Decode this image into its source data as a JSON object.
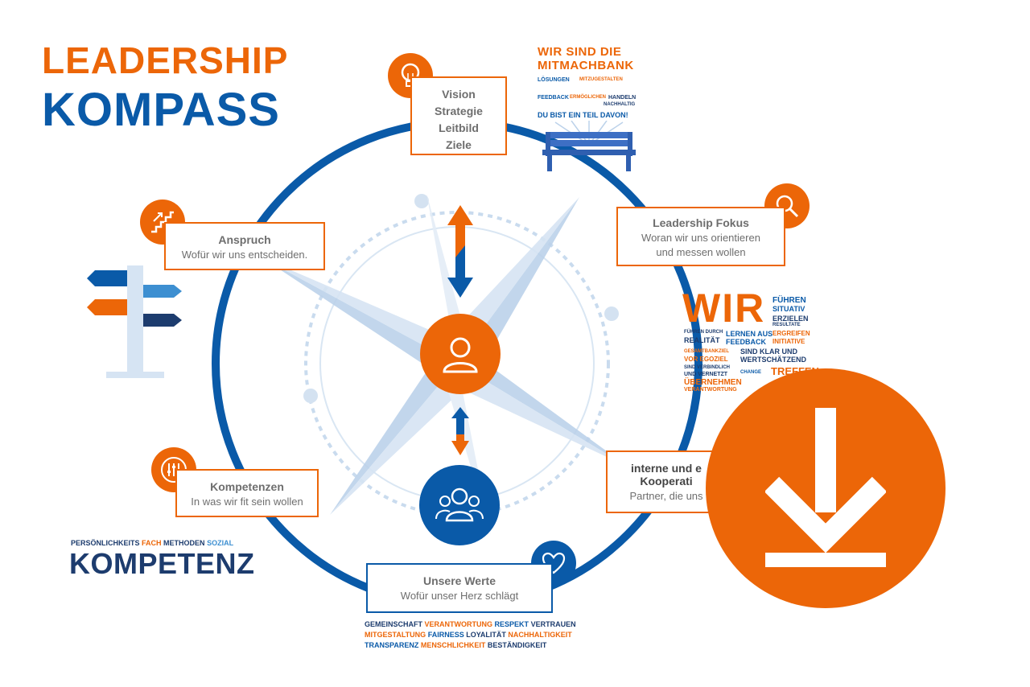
{
  "title": {
    "line1": "LEADERSHIP",
    "line2": "KOMPASS"
  },
  "nodes": {
    "vision": {
      "lines": [
        "Vision",
        "Strategie",
        "Leitbild",
        "Ziele"
      ],
      "icon": "lightbulb-icon"
    },
    "fokus": {
      "title": "Leadership Fokus",
      "subtitle_1": "Woran wir uns orientieren",
      "subtitle_2": "und messen wollen",
      "icon": "magnifier-icon"
    },
    "kooperation": {
      "title": "interne und e",
      "title_2": "Kooperati",
      "subtitle": "Partner, die uns"
    },
    "werte": {
      "title": "Unsere Werte",
      "subtitle": "Wofür unser Herz schlägt",
      "icon": "heart-icon"
    },
    "kompetenzen": {
      "title": "Kompetenzen",
      "subtitle": "In was wir fit sein wollen",
      "icon": "sliders-icon"
    },
    "anspruch": {
      "title": "Anspruch",
      "subtitle": "Wofür wir uns entscheiden.",
      "icon": "stairs-icon"
    }
  },
  "mitmachbank": {
    "headline_1": "WIR SIND DIE",
    "headline_2": "MITMACHBANK",
    "words": [
      "LÖSUNGEN",
      "MITZUGESTALTEN",
      "FEEDBACK",
      "HANDELN",
      "NACHHALTIG",
      "ERMÖGLICHEN"
    ],
    "footer": "DU BIST EIN TEIL DAVON!"
  },
  "wir_cloud": {
    "big": "WIR",
    "rows": [
      [
        "FÜHREN",
        "SITUATIV"
      ],
      [
        "ERZIELEN",
        "RESULTATE"
      ],
      [
        "FÜHREN DURCH",
        "REALITÄT",
        "LERNEN AUS",
        "FEEDBACK",
        "ERGREIFEN",
        "INITIATIVE"
      ],
      [
        "GESAMTBANKZIEL",
        "VOR EGOZIEL",
        "SIND KLAR UND",
        "WERTSCHÄTZEND"
      ],
      [
        "SIND VERBINDLICH",
        "UND VERNETZT",
        "CHANGE",
        "TREFFEN"
      ],
      [
        "ÜBERNEHMEN",
        "VERANTWORTUNG"
      ]
    ]
  },
  "kompetenz": {
    "tags": [
      "PERSÖNLICHKEITS",
      "FACH",
      "METHODEN",
      "SOZIAL"
    ],
    "word": "KOMPETENZ"
  },
  "werte_cloud": {
    "line1": [
      "GEMEINSCHAFT",
      "VERANTWORTUNG",
      "RESPEKT",
      "VERTRAUEN"
    ],
    "line2": [
      "MITGESTALTUNG",
      "FAIRNESS",
      "LOYALITÄT",
      "NACHHALTIGKEIT"
    ],
    "line3": [
      "TRANSPARENZ",
      "MENSCHLICHKEIT",
      "BESTÄNDIGKEIT"
    ]
  },
  "center": {
    "person_icon": "person-icon",
    "group_icon": "group-icon"
  },
  "download": {
    "icon": "download-icon"
  },
  "colors": {
    "orange": "#ec6608",
    "blue": "#0a5aa8",
    "navy": "#1d3c6e",
    "light_blue": "#b9d2ea"
  }
}
